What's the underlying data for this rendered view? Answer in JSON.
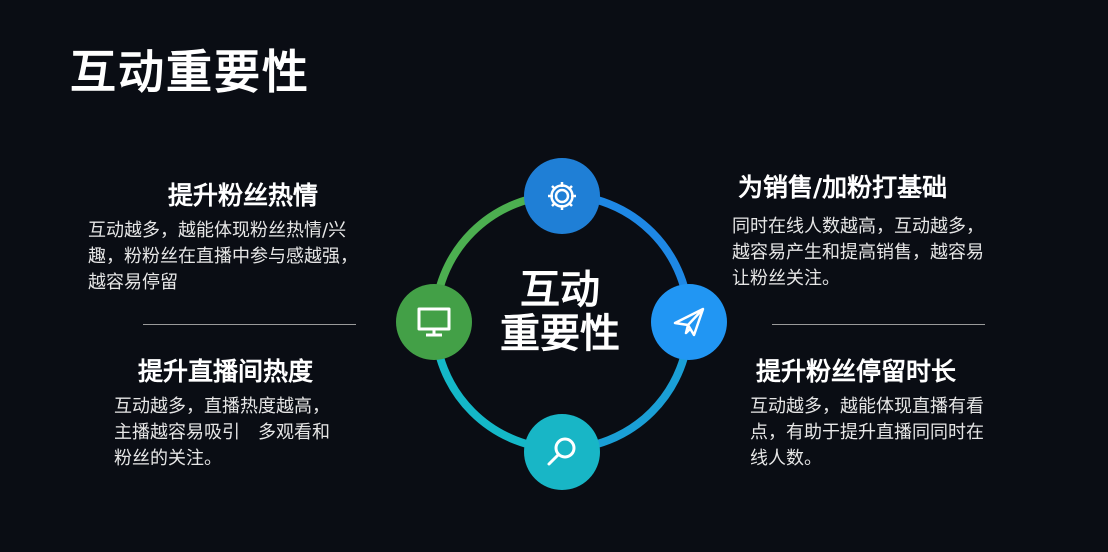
{
  "title": "互动重要性",
  "center": {
    "line1": "互动",
    "line2": "重要性"
  },
  "sections": {
    "top_left": {
      "heading": "提升粉丝热情",
      "lines": [
        "互动越多，越能体现粉丝热情/兴",
        "趣，粉粉丝在直播中参与感越强，",
        "越容易停留"
      ]
    },
    "bottom_left": {
      "heading": "提升直播间热度",
      "lines": [
        "互动越多，直播热度越高，",
        "主播越容易吸引　多观看和",
        "粉丝的关注。"
      ]
    },
    "top_right": {
      "heading": "为销售/加粉打基础",
      "lines": [
        "同时在线人数越高，互动越多，",
        "越容易产生和提高销售，越容易",
        "让粉丝关注。"
      ]
    },
    "bottom_right": {
      "heading": "提升粉丝停留时长",
      "lines": [
        "互动越多，越能体现直播有看",
        "点，有助于提升直播同同时在",
        "线人数。"
      ]
    }
  },
  "icons": {
    "top": "gear-icon",
    "right": "paper-plane-icon",
    "bottom": "magnifier-icon",
    "left": "monitor-icon"
  },
  "colors": {
    "background": "#0a0d14",
    "ring_green": "#4caf50",
    "ring_blue": "#1e88e5",
    "ring_teal": "#14b8c8",
    "circle_top": "#1f7fd6",
    "circle_right": "#2196f3",
    "circle_bottom": "#18b6c6",
    "circle_left": "#43a047"
  }
}
